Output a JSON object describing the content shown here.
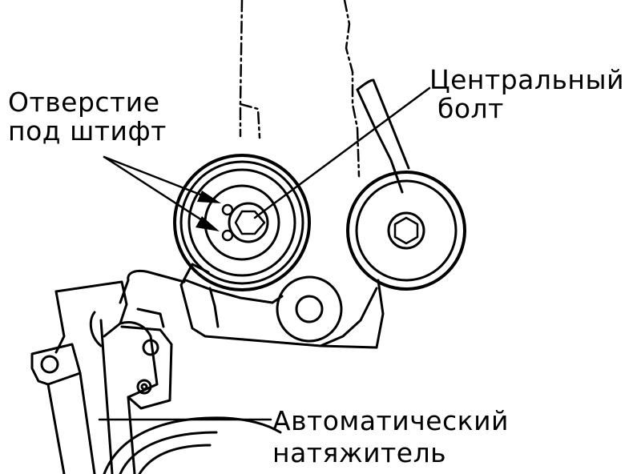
{
  "labels": {
    "pin_hole_line1": "Отверстие",
    "pin_hole_line2": "под штифт",
    "center_bolt_line1": "Центральный",
    "center_bolt_line2": "болт",
    "auto_tensioner_line1": "Автоматический",
    "auto_tensioner_line2": "натяжитель"
  },
  "colors": {
    "ink": "#000000",
    "paper": "#ffffff"
  }
}
